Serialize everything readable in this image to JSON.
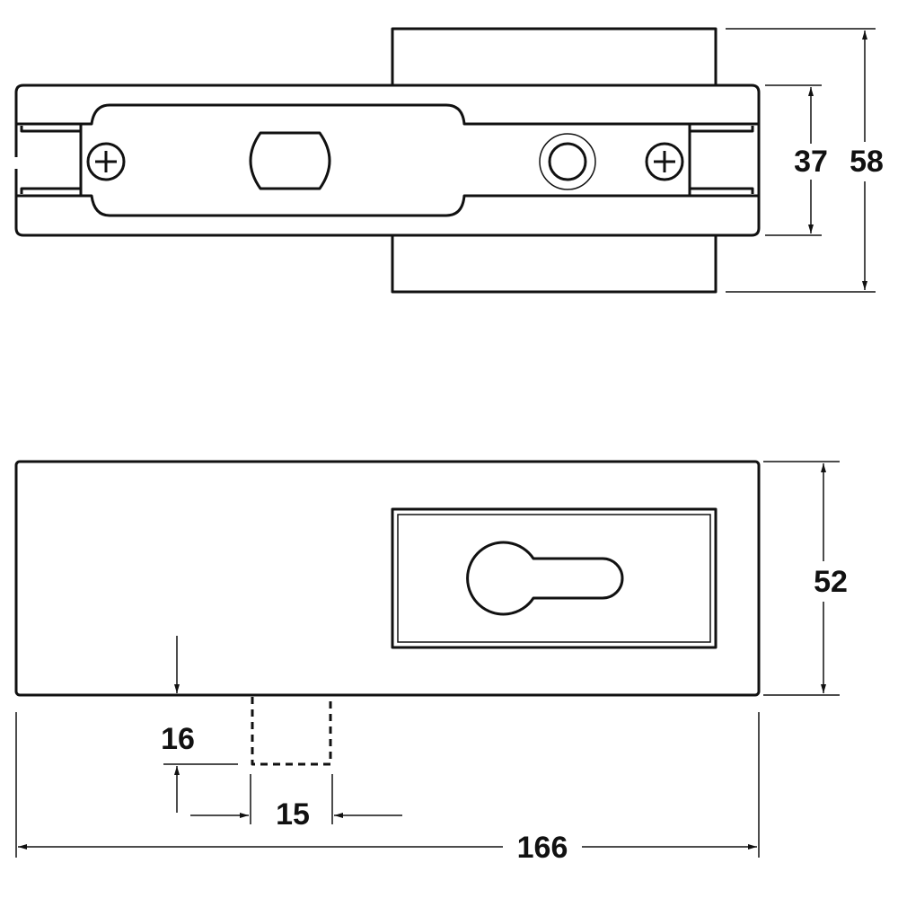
{
  "title": "Glass door lock technical drawing",
  "dimensions": {
    "plate_height": "37",
    "total_height": "58",
    "body_height": "52",
    "strike_depth": "16",
    "strike_width": "15",
    "total_length": "166"
  },
  "colors": {
    "line": "#111111",
    "background": "#ffffff"
  }
}
